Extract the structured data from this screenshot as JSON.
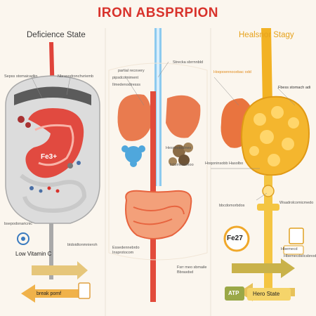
{
  "title": "IRON ABSPRPION",
  "panels": {
    "left": {
      "title": "Deficience State",
      "labels": {
        "top_left": "Sepss stomaicadiin",
        "top_right": "Nbrasodronchvriemb",
        "bottom_left": "bsepodonaricnic",
        "bottom_right": "btdoidtonmnieroh"
      },
      "stomach_text": "Fe3+",
      "low_vitamin": "Low Vitamin C",
      "break_label": "break pomf"
    },
    "middle": {
      "labels": {
        "top_left": "partial recovery",
        "top_left_2": "pipsdcomiment",
        "top_left_3": "Ilmedenodiresss",
        "top_right": "Strecka sbrrnnbld",
        "right": "Hesoestoulnes",
        "mid_right": "liclomesomoo",
        "bottom_left": "Essedennebrdo Insprotocom",
        "bottom_right": "Fsrr meo sbmaile Bbrasdsd"
      }
    },
    "right": {
      "title": "Healsnor Stagy",
      "labels": {
        "top_left": "Hoqooennocebac odd",
        "top_right": "Fbess stomach adi",
        "mid_left": "Hoqoninsobb Hasolbo",
        "bottom_left": "bbcdomorbdos",
        "bottom_right": "Wsadrolcomicmedo",
        "mid_right": "Hbemecd",
        "mid_right_2": "Hbemecdsilcsbnodbs"
      },
      "fe_label": "Fe27",
      "atp_label": "ATP",
      "hero_label": "Hero State"
    }
  },
  "colors": {
    "title": "#d8322b",
    "deficiency_gray": "#b9b9b9",
    "red": "#d8322b",
    "orange": "#e9743f",
    "gold": "#f2b224",
    "blue": "#5fb0e4"
  }
}
